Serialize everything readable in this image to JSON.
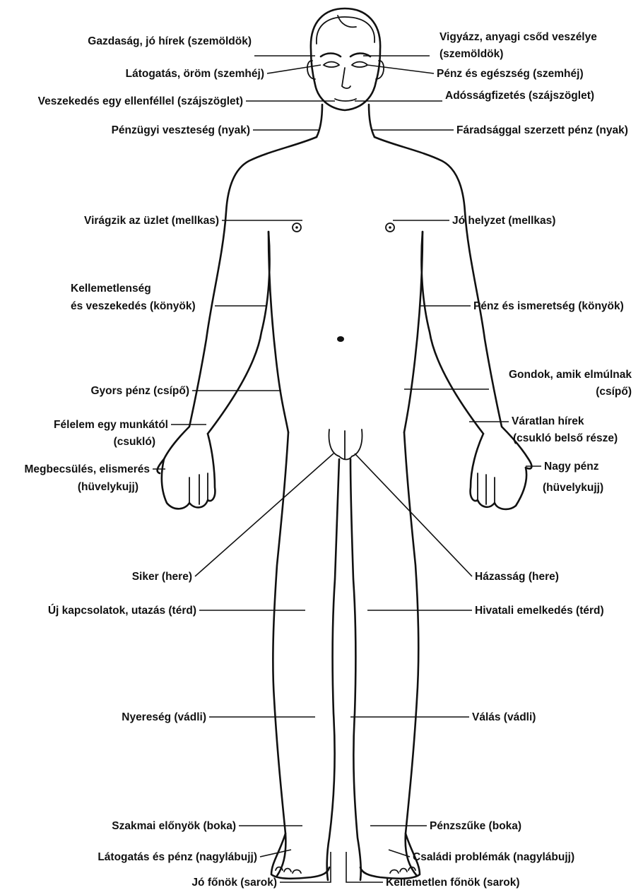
{
  "labels": {
    "eyebrow_left": "Gazdaság, jó hírek (szemöldök)",
    "eyebrow_right_1": "Vigyázz, anyagi csőd veszélye",
    "eyebrow_right_2": "(szemöldök)",
    "eyelid_left": "Látogatás, öröm (szemhéj)",
    "eyelid_right": "Pénz és egészség (szemhéj)",
    "mouth_left": "Veszekedés egy ellenféllel (szájszöglet)",
    "mouth_right": "Adósságfizetés (szájszöglet)",
    "neck_left": "Pénzügyi veszteség (nyak)",
    "neck_right": "Fáradsággal szerzett pénz (nyak)",
    "chest_left": "Virágzik az üzlet (mellkas)",
    "chest_right": "Jó helyzet (mellkas)",
    "elbow_left_1": "Kellemetlenség",
    "elbow_left_2": "és veszekedés (könyök)",
    "elbow_right": "Pénz és ismeretség (könyök)",
    "hip_left": "Gyors pénz (csípő)",
    "hip_right_1": "Gondok, amik elmúlnak",
    "hip_right_2": "(csípő)",
    "wrist_left_1": "Félelem egy munkától",
    "wrist_left_2": "(csukló)",
    "wrist_right_1": "Váratlan hírek",
    "wrist_right_2": "(csukló belső része)",
    "thumb_left_1": "Megbecsülés, elismerés",
    "thumb_left_2": "(hüvelykujj)",
    "thumb_right_1": "Nagy pénz",
    "thumb_right_2": "(hüvelykujj)",
    "testicle_left": "Siker (here)",
    "testicle_right": "Házasság (here)",
    "knee_left": "Új kapcsolatok, utazás (térd)",
    "knee_right": "Hivatali emelkedés (térd)",
    "calf_left": "Nyereség (vádli)",
    "calf_right": "Válás (vádli)",
    "ankle_left": "Szakmai előnyök (boka)",
    "ankle_right": "Pénzszűke (boka)",
    "toe_left": "Látogatás és pénz (nagylábujj)",
    "toe_right": "Családi problémák (nagylábujj)",
    "heel_left": "Jó főnök (sarok)",
    "heel_right": "Kellemetlen főnök (sarok)"
  }
}
